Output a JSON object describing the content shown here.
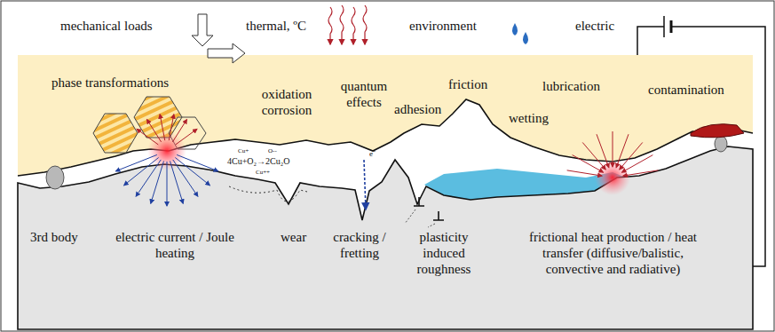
{
  "diagram": {
    "labels": [
      "mechanical loads",
      "thermal, ºC",
      "environment",
      "electric",
      "phase transformations",
      "oxidation corrosion",
      "quantum effects",
      "friction",
      "adhesion",
      "lubrication",
      "wetting",
      "contamination",
      "4Cu+O₂→2Cu₂O",
      "Cu+",
      "O--",
      "Cu++",
      "e⁻",
      "3rd body",
      "electric current / Joule heating",
      "wear",
      "cracking / fretting",
      "plasticity induced roughness",
      "frictional heat production / heat transfer (diffusive/balistic, convective and radiative)"
    ]
  }
}
